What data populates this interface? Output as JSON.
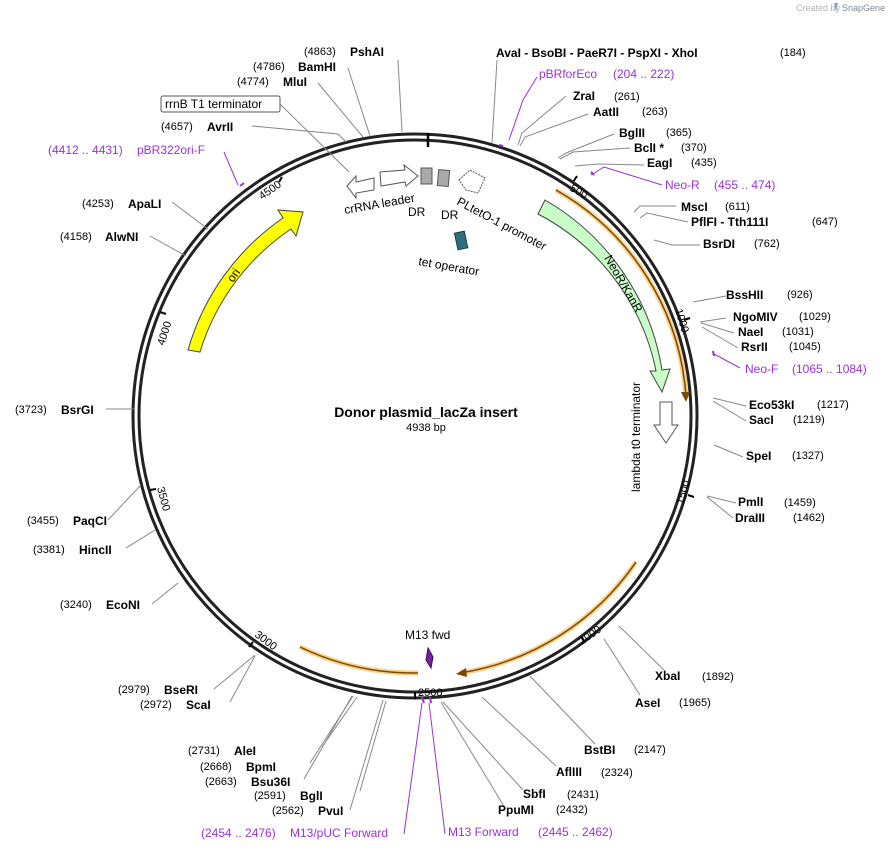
{
  "credit": {
    "prefix": "Created by",
    "brand": "SnapGene"
  },
  "plasmid": {
    "name": "Donor plasmid_lacZa insert",
    "length_label": "4938 bp"
  },
  "colors": {
    "primer": "#9b30d9",
    "ori": "#ffff00",
    "neo": "#c8fdc8",
    "sequencing_highlight": "#f8c36b",
    "operator": "#2e6f7e",
    "dr": "#a9a9a9",
    "m13": "#7b1fa2"
  },
  "ticks": [
    "500",
    "1000",
    "1500",
    "2000",
    "2500",
    "3000",
    "3500",
    "4000",
    "4500"
  ],
  "sites_right": [
    {
      "name": "AvaI  -  BsoBI  -  PaeR7I  -  PspXI  -  XhoI",
      "pos": "(184)"
    },
    {
      "name": "ZraI",
      "pos": "(261)"
    },
    {
      "name": "AatII",
      "pos": "(263)"
    },
    {
      "name": "BglII",
      "pos": "(365)"
    },
    {
      "name": "BclI *",
      "pos": "(370)"
    },
    {
      "name": "EagI",
      "pos": "(435)"
    },
    {
      "name": "MscI",
      "pos": "(611)"
    },
    {
      "name": "PflFI  -  Tth111I",
      "pos": "(647)"
    },
    {
      "name": "BsrDI",
      "pos": "(762)"
    },
    {
      "name": "BssHII",
      "pos": "(926)"
    },
    {
      "name": "NgoMIV",
      "pos": "(1029)"
    },
    {
      "name": "NaeI",
      "pos": "(1031)"
    },
    {
      "name": "RsrII",
      "pos": "(1045)"
    },
    {
      "name": "Eco53kI",
      "pos": "(1217)"
    },
    {
      "name": "SacI",
      "pos": "(1219)"
    },
    {
      "name": "SpeI",
      "pos": "(1327)"
    },
    {
      "name": "PmlI",
      "pos": "(1459)"
    },
    {
      "name": "DraIII",
      "pos": "(1462)"
    },
    {
      "name": "XbaI",
      "pos": "(1892)"
    },
    {
      "name": "AseI",
      "pos": "(1965)"
    },
    {
      "name": "BstBI",
      "pos": "(2147)"
    },
    {
      "name": "AflIII",
      "pos": "(2324)"
    },
    {
      "name": "SbfI",
      "pos": "(2431)"
    },
    {
      "name": "PpuMI",
      "pos": "(2432)"
    }
  ],
  "sites_left": [
    {
      "name": "PshAI",
      "pos": "(4863)"
    },
    {
      "name": "BamHI",
      "pos": "(4786)"
    },
    {
      "name": "MluI",
      "pos": "(4774)"
    },
    {
      "name": "AvrII",
      "pos": "(4657)"
    },
    {
      "name": "ApaLI",
      "pos": "(4253)"
    },
    {
      "name": "AlwNI",
      "pos": "(4158)"
    },
    {
      "name": "BsrGI",
      "pos": "(3723)"
    },
    {
      "name": "PaqCI",
      "pos": "(3455)"
    },
    {
      "name": "HincII",
      "pos": "(3381)"
    },
    {
      "name": "EcoNI",
      "pos": "(3240)"
    },
    {
      "name": "BseRI",
      "pos": "(2979)"
    },
    {
      "name": "ScaI",
      "pos": "(2972)"
    },
    {
      "name": "AleI",
      "pos": "(2731)"
    },
    {
      "name": "BpmI",
      "pos": "(2668)"
    },
    {
      "name": "Bsu36I",
      "pos": "(2663)"
    },
    {
      "name": "BglI",
      "pos": "(2591)"
    },
    {
      "name": "PvuI",
      "pos": "(2562)"
    }
  ],
  "primers": [
    {
      "name": "pBRforEco",
      "range": "(204 .. 222)"
    },
    {
      "name": "Neo-R",
      "range": "(455 .. 474)"
    },
    {
      "name": "Neo-F",
      "range": "(1065 .. 1084)"
    },
    {
      "name": "M13 Forward",
      "range": "(2445 .. 2462)"
    },
    {
      "name": "M13/pUC Forward",
      "range": "(2454 .. 2476)"
    },
    {
      "name": "pBR322ori-F",
      "range": "(4412 .. 4431)"
    }
  ],
  "features": {
    "rrnb_terminator": "rrnB T1 terminator",
    "crrna_leader": "crRNA leader",
    "dr1": "DR",
    "dr2": "DR",
    "pltet_promoter": "PLtetO-1 promoter",
    "tet_operator": "tet operator",
    "neo": "NeoR/KanR",
    "lambda_terminator": "lambda t0 terminator",
    "ori": "ori",
    "m13_fwd": "M13 fwd"
  }
}
